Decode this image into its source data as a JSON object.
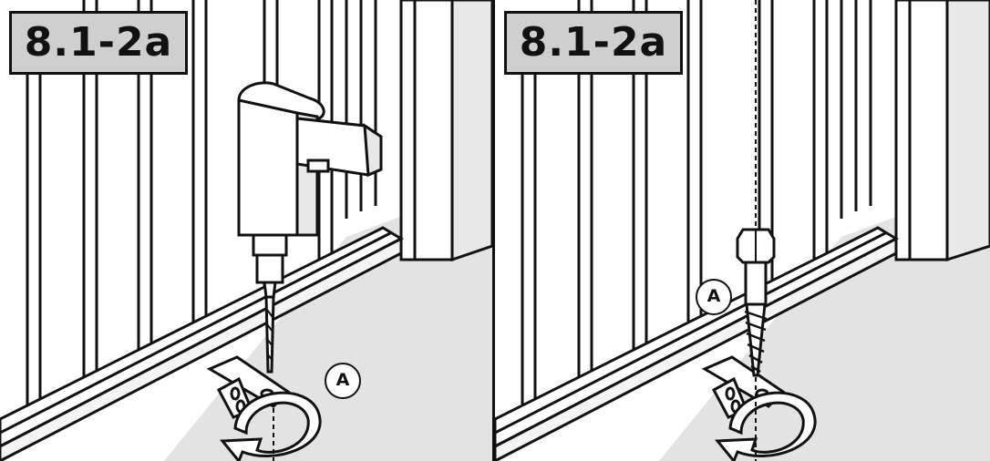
{
  "panels": [
    {
      "step_label": "8.1-2a",
      "callout_label": "A",
      "tool": "drill-icon"
    },
    {
      "step_label": "8.1-2a",
      "callout_label": "A",
      "tool": "lag-screw-icon"
    }
  ],
  "colors": {
    "label_bg": "#cfcfcf",
    "shade": "#e3e3e3",
    "line": "#111111"
  }
}
